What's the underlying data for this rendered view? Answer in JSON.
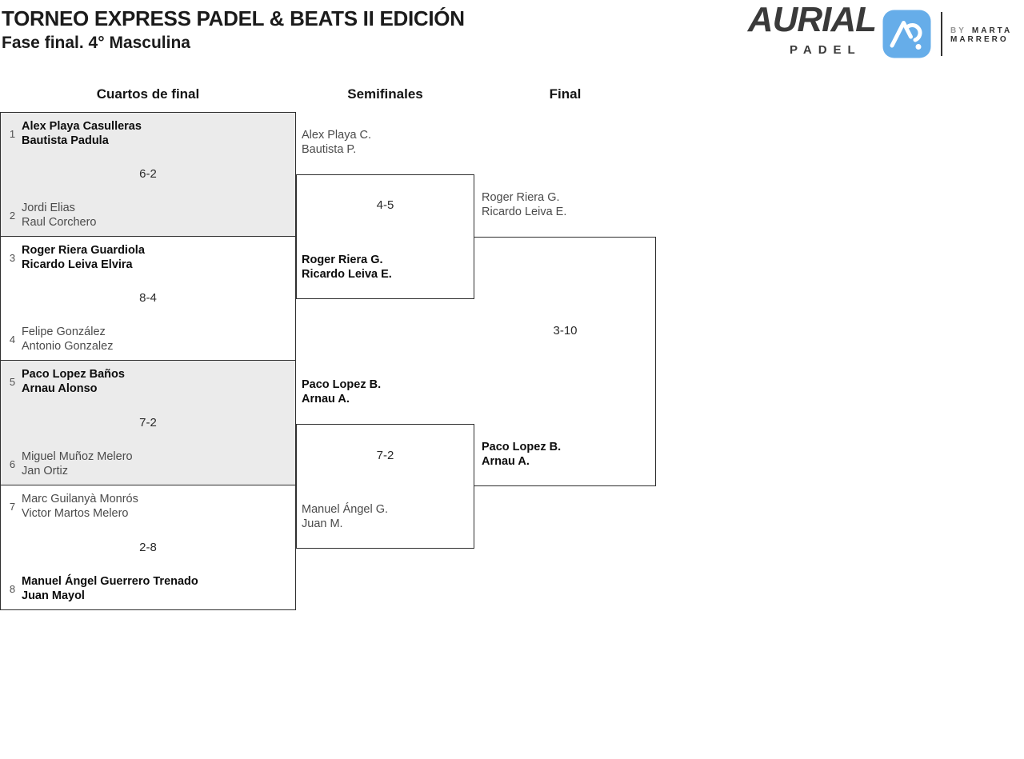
{
  "header": {
    "title": "TORNEO EXPRESS PADEL & BEATS II EDICIÓN",
    "subtitle": "Fase final. 4° Masculina"
  },
  "logo": {
    "brand": "AURIAL",
    "brand_word": "PADEL",
    "by": "BY",
    "name_line1": "MARTA",
    "name_line2": "MARRERO",
    "icon": "aurial-a-mark"
  },
  "colors": {
    "brand_blue": "#66ADE9",
    "brand_dark": "#3A3A3A",
    "match_shaded_bg": "#EBEBEB",
    "border": "#2E2E2E",
    "winner_text": "#0D0D0D",
    "loser_text": "#4B4B4B"
  },
  "bracket": {
    "round_labels": [
      "Cuartos de final",
      "Semifinales",
      "Final"
    ],
    "quarterfinals": [
      {
        "seed_top": "1",
        "top_line1": "Alex Playa Casulleras",
        "top_line2": "Bautista Padula",
        "top_winner": true,
        "score": "6-2",
        "seed_bottom": "2",
        "bottom_line1": "Jordi Elias",
        "bottom_line2": "Raul Corchero",
        "bottom_winner": false
      },
      {
        "seed_top": "3",
        "top_line1": "Roger Riera Guardiola",
        "top_line2": "Ricardo Leiva Elvira",
        "top_winner": true,
        "score": "8-4",
        "seed_bottom": "4",
        "bottom_line1": "Felipe González",
        "bottom_line2": "Antonio Gonzalez",
        "bottom_winner": false
      },
      {
        "seed_top": "5",
        "top_line1": "Paco Lopez Baños",
        "top_line2": "Arnau Alonso",
        "top_winner": true,
        "score": "7-2",
        "seed_bottom": "6",
        "bottom_line1": "Miguel Muñoz Melero",
        "bottom_line2": "Jan Ortiz",
        "bottom_winner": false
      },
      {
        "seed_top": "7",
        "top_line1": "Marc Guilanyà Monrós",
        "top_line2": "Victor Martos Melero",
        "top_winner": false,
        "score": "2-8",
        "seed_bottom": "8",
        "bottom_line1": "Manuel Ángel Guerrero Trenado",
        "bottom_line2": "Juan Mayol",
        "bottom_winner": true
      }
    ],
    "semifinals": [
      {
        "top_line1": "Alex Playa C.",
        "top_line2": "Bautista P.",
        "top_winner": false,
        "score": "4-5",
        "bottom_line1": "Roger Riera G.",
        "bottom_line2": "Ricardo Leiva E.",
        "bottom_winner": true
      },
      {
        "top_line1": "Paco Lopez B.",
        "top_line2": "Arnau A.",
        "top_winner": true,
        "score": "7-2",
        "bottom_line1": "Manuel Ángel G.",
        "bottom_line2": "Juan M.",
        "bottom_winner": false
      }
    ],
    "final": {
      "top_line1": "Roger Riera G.",
      "top_line2": "Ricardo Leiva E.",
      "top_winner": false,
      "score": "3-10",
      "bottom_line1": "Paco Lopez B.",
      "bottom_line2": "Arnau A.",
      "bottom_winner": true
    }
  }
}
